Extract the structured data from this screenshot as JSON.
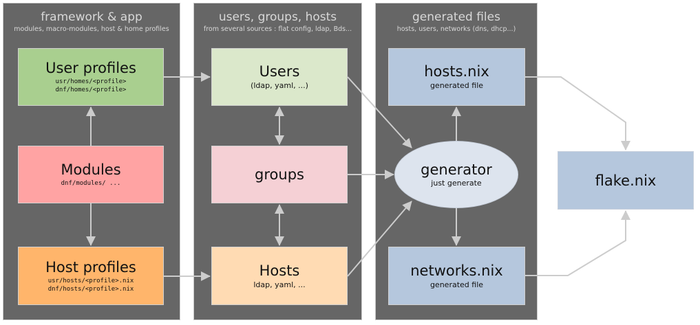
{
  "panels": [
    {
      "title": "framework & app",
      "subtitle": "modules, macro-modules, host & home profiles"
    },
    {
      "title": "users, groups, hosts",
      "subtitle": "from several sources : flat config, ldap, Bds..."
    },
    {
      "title": "generated files",
      "subtitle": "hosts, users, networks (dns, dhcp...)"
    }
  ],
  "nodes": {
    "user_profiles": {
      "title": "User profiles",
      "lines": [
        "usr/homes/<profile>",
        "dnf/homes/<profile>"
      ],
      "color": "#a9cf8f"
    },
    "modules": {
      "title": "Modules",
      "lines": [
        "dnf/modules/ ..."
      ],
      "color": "#ffa3a3"
    },
    "host_profiles": {
      "title": "Host profiles",
      "lines": [
        "usr/hosts/<profile>.nix",
        "dnf/hosts/<profile>.nix"
      ],
      "color": "#ffb56b"
    },
    "users": {
      "title": "Users",
      "sub": "(ldap, yaml, ...)",
      "color": "#dbe8cb"
    },
    "groups": {
      "title": "groups",
      "color": "#f5d0d5"
    },
    "hosts": {
      "title": "Hosts",
      "sub": "ldap, yaml, ...",
      "color": "#ffdbb3"
    },
    "hosts_nix": {
      "title": "hosts.nix",
      "sub": "generated file",
      "color": "#b5c7dd"
    },
    "generator": {
      "title": "generator",
      "sub": "just generate",
      "color": "#dde4ee"
    },
    "networks_nix": {
      "title": "networks.nix",
      "sub": "generated file",
      "color": "#b5c7dd"
    },
    "flake_nix": {
      "title": "flake.nix",
      "color": "#b5c7dd"
    }
  },
  "colors": {
    "panel": "#666666",
    "arrow": "#cccccc",
    "panel_text": "#d8d8d8"
  }
}
